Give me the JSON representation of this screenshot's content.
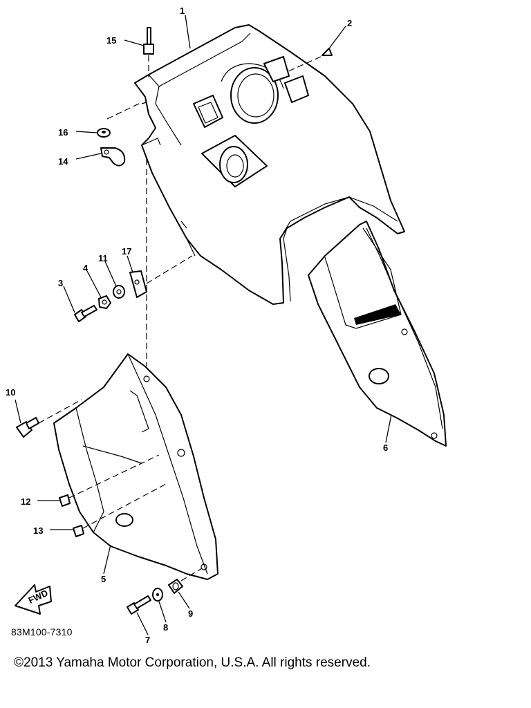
{
  "diagram": {
    "callouts": [
      {
        "id": "c1",
        "label": "1"
      },
      {
        "id": "c2",
        "label": "2"
      },
      {
        "id": "c3",
        "label": "3"
      },
      {
        "id": "c4",
        "label": "4"
      },
      {
        "id": "c5",
        "label": "5"
      },
      {
        "id": "c6",
        "label": "6"
      },
      {
        "id": "c7",
        "label": "7"
      },
      {
        "id": "c8",
        "label": "8"
      },
      {
        "id": "c9",
        "label": "9"
      },
      {
        "id": "c10",
        "label": "10"
      },
      {
        "id": "c11",
        "label": "11"
      },
      {
        "id": "c12",
        "label": "12"
      },
      {
        "id": "c13",
        "label": "13"
      },
      {
        "id": "c14",
        "label": "14"
      },
      {
        "id": "c15",
        "label": "15"
      },
      {
        "id": "c16",
        "label": "16"
      },
      {
        "id": "c17",
        "label": "17"
      }
    ],
    "fwd_label": "FWD",
    "drawing_code": "83M100-7310",
    "copyright": "©2013 Yamaha Motor Corporation, U.S.A. All rights reserved."
  }
}
